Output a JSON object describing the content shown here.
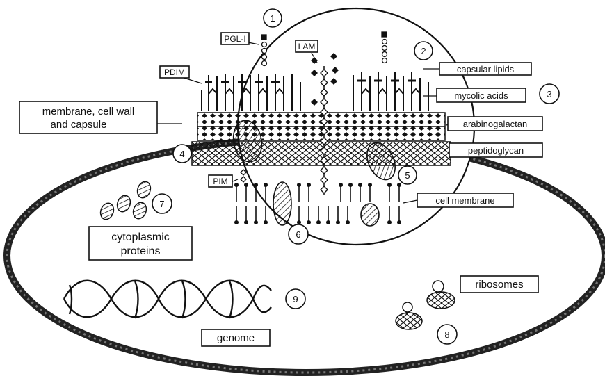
{
  "numbers": {
    "n1": "1",
    "n2": "2",
    "n3": "3",
    "n4": "4",
    "n5": "5",
    "n6": "6",
    "n7": "7",
    "n8": "8",
    "n9": "9"
  },
  "labels": {
    "pgl": "PGL-I",
    "lam": "LAM",
    "pdim": "PDIM",
    "pim": "PIM",
    "capsular_lipids": "capsular lipids",
    "mycolic_acids": "mycolic acids",
    "arabinogalactan": "arabinogalactan",
    "peptidoglycan": "peptidoglycan",
    "cell_membrane": "cell membrane",
    "membrane_line1": "membrane, cell wall",
    "membrane_line2": "and capsule",
    "cytoplasmic_line1": "cytoplasmic",
    "cytoplasmic_line2": "proteins",
    "ribosomes": "ribosomes",
    "genome": "genome"
  }
}
